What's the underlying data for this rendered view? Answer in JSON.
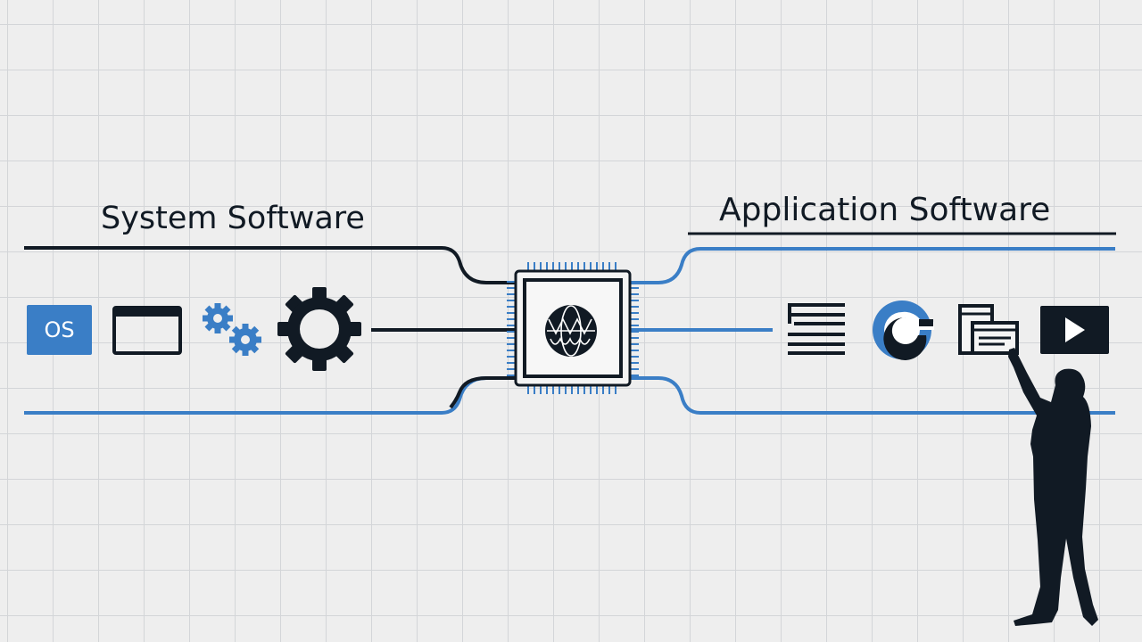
{
  "headings": {
    "system": "System Software",
    "application": "Application Software"
  },
  "system_icons": {
    "os_label": "OS",
    "items": [
      "os-badge-icon",
      "window-icon",
      "small-gears-icon",
      "gear-icon"
    ]
  },
  "application_icons": {
    "items": [
      "text-document-icon",
      "circular-app-icon",
      "stacked-windows-icon",
      "play-button-icon"
    ]
  },
  "center": {
    "chip_icon": "cpu-chip-icon",
    "globe_icon": "globe-icon"
  },
  "figure": {
    "icon": "person-silhouette-icon"
  },
  "colors": {
    "background": "#eeeeee",
    "grid": "#d3d5d8",
    "navy": "#111a24",
    "blue": "#3a7ec6",
    "chip_body": "#f4f4f4"
  }
}
